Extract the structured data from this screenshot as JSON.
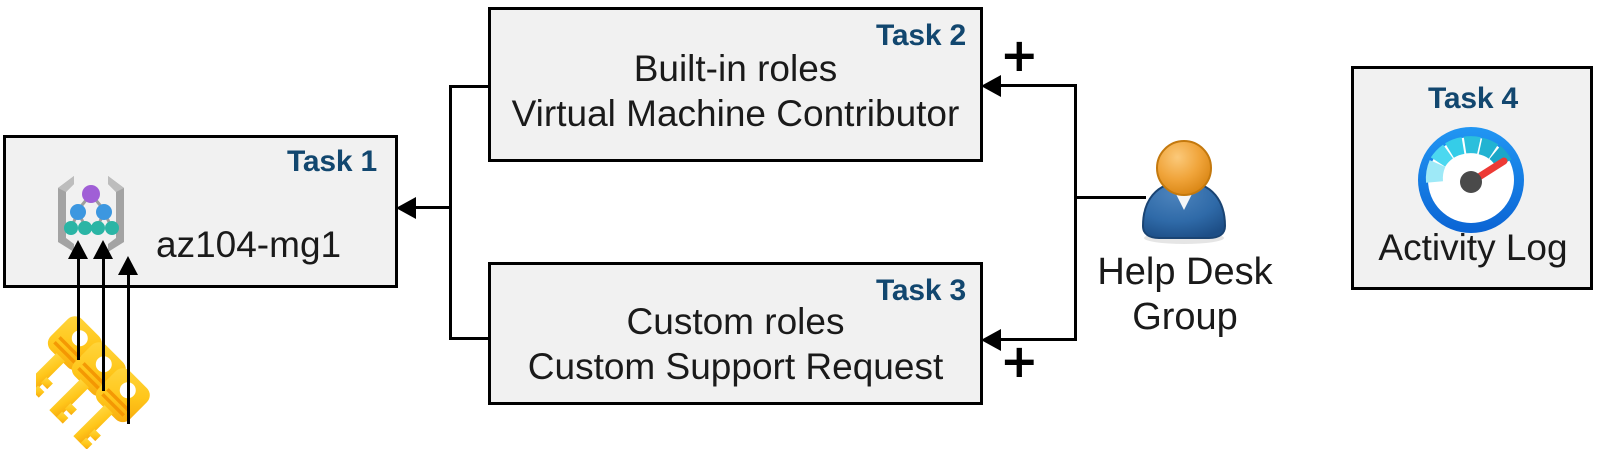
{
  "diagram": {
    "title": "Azure RBAC task diagram",
    "accent_color": "#12476F",
    "box_fill": "#F1F1F1",
    "box_border": "#000000"
  },
  "task1": {
    "label": "Task 1",
    "text": "az104-mg1",
    "icon": "management-group-icon"
  },
  "task2": {
    "label": "Task 2",
    "line1": "Built-in roles",
    "line2": "Virtual Machine Contributor"
  },
  "task3": {
    "label": "Task 3",
    "line1": "Custom roles",
    "line2": "Custom Support Request"
  },
  "task4": {
    "label": "Task 4",
    "text": "Activity Log",
    "icon": "gauge-icon"
  },
  "actor": {
    "icon": "user-group-icon",
    "line1": "Help Desk",
    "line2": "Group"
  },
  "keys": {
    "icon": "keys-icon",
    "count": 3
  },
  "connectors": {
    "plus_top": "+",
    "plus_bottom": "+"
  }
}
